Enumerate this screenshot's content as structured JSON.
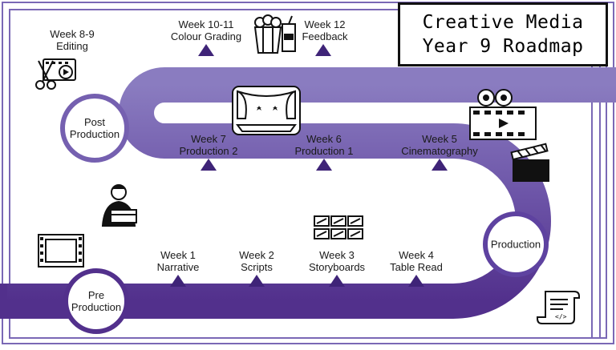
{
  "title": {
    "line1": "Creative Media",
    "line2": "Year 9 Roadmap"
  },
  "colors": {
    "road_dark": "#52308c",
    "road_mid": "#6d55a8",
    "road_light": "#8a7cc0",
    "frame": "#7a68b5",
    "ink": "#1a1a1a"
  },
  "stages": {
    "pre_production": {
      "line1": "Pre",
      "line2": "Production"
    },
    "production": {
      "line1": "Production"
    },
    "post_production": {
      "line1": "Post",
      "line2": "Production"
    }
  },
  "weeks": {
    "w1": {
      "week": "Week 1",
      "topic": "Narrative"
    },
    "w2": {
      "week": "Week 2",
      "topic": "Scripts"
    },
    "w3": {
      "week": "Week 3",
      "topic": "Storyboards"
    },
    "w4": {
      "week": "Week 4",
      "topic": "Table Read"
    },
    "w5": {
      "week": "Week 5",
      "topic": "Cinematography"
    },
    "w6": {
      "week": "Week 6",
      "topic": "Production 1"
    },
    "w7": {
      "week": "Week 7",
      "topic": "Production 2"
    },
    "w8_9": {
      "week": "Week 8-9",
      "topic": "Editing"
    },
    "w10_11": {
      "week": "Week 10-11",
      "topic": "Colour Grading"
    },
    "w12": {
      "week": "Week 12",
      "topic": "Feedback"
    }
  },
  "icons": [
    "film-strip-icon",
    "storyboard-icon",
    "script-scroll-icon",
    "projector-icon",
    "clapperboard-icon",
    "theatre-stage-icon",
    "director-icon",
    "editing-scissors-icon",
    "popcorn-drink-icon"
  ]
}
